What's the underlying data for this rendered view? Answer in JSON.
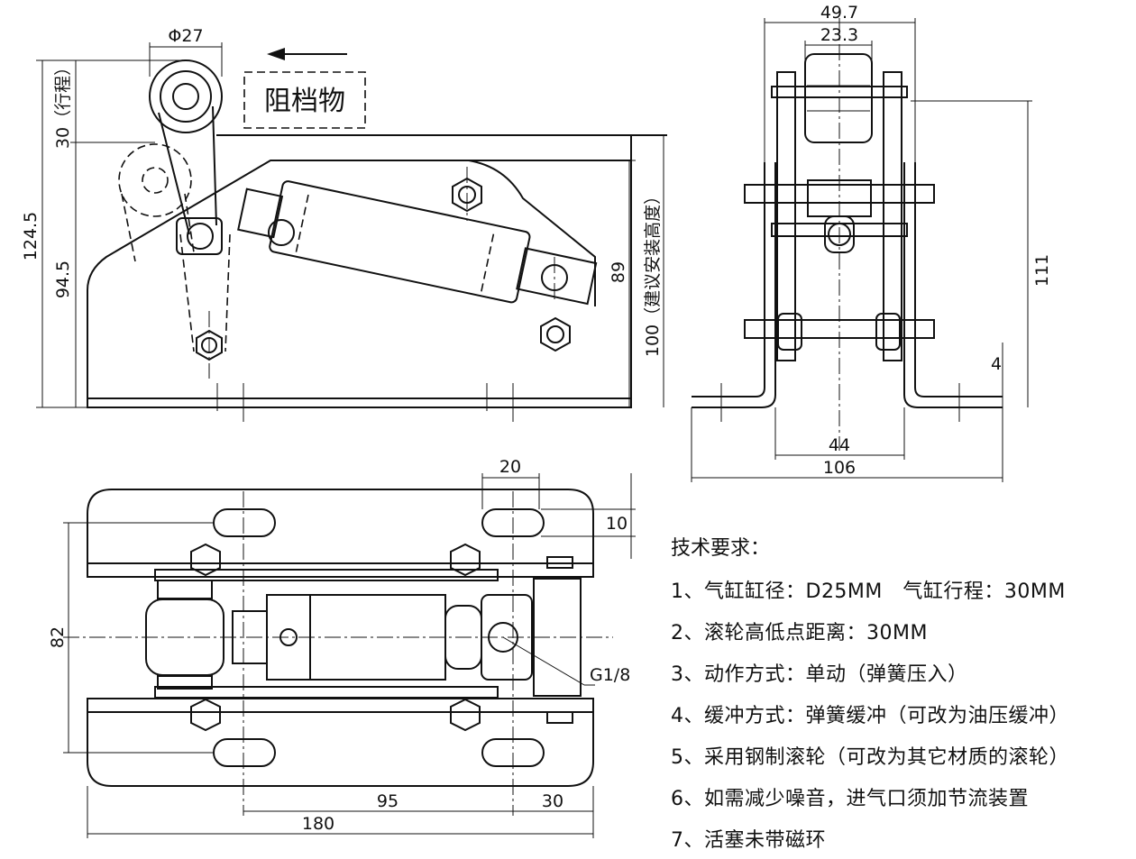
{
  "blocker_label": "阻档物",
  "dims": {
    "phi27": "Φ27",
    "stroke30": "30（行程）",
    "h124_5": "124.5",
    "h94_5": "94.5",
    "h89": "89",
    "h100": "100（建议安装高度）",
    "w49_7": "49.7",
    "w23_3": "23.3",
    "h111": "111",
    "h4": "4",
    "w44": "44",
    "w106": "106",
    "w20": "20",
    "h10": "10",
    "h82": "82",
    "port": "G1/8",
    "l95": "95",
    "l30": "30",
    "l180": "180"
  },
  "tech": {
    "title": "技术要求：",
    "items": [
      "1、气缸缸径：D25MM　气缸行程：30MM",
      "2、滚轮高低点距离：30MM",
      "3、动作方式：单动（弹簧压入）",
      "4、缓冲方式：弹簧缓冲（可改为油压缓冲）",
      "5、采用钢制滚轮（可改为其它材质的滚轮）",
      "6、如需减少噪音，进气口须加节流装置",
      "7、活塞未带磁环"
    ]
  }
}
